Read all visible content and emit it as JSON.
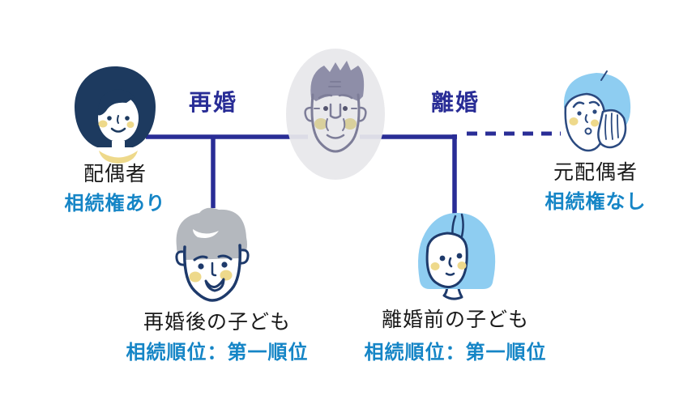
{
  "relations": {
    "remarriage": "再婚",
    "divorce": "離婚"
  },
  "people": {
    "spouse": {
      "label": "配偶者",
      "status": "相続権あり"
    },
    "ex_spouse": {
      "label": "元配偶者",
      "status": "相続権なし"
    },
    "child_after_remarriage": {
      "label": "再婚後の子ども",
      "status": "相続順位：第一順位"
    },
    "child_before_divorce": {
      "label": "離婚前の子ども",
      "status": "相続順位：第一順位"
    }
  },
  "colors": {
    "connector_navy": "#292d96",
    "status_blue": "#1585c6",
    "label_black": "#1a1a1a",
    "spouse_hair_navy": "#1d3a5f",
    "light_blue_hair": "#8ecdf1",
    "gray_hair": "#b4b8be",
    "deceased_background_gray": "#e8e8eb",
    "cheek_yellow": "#eed98b"
  }
}
